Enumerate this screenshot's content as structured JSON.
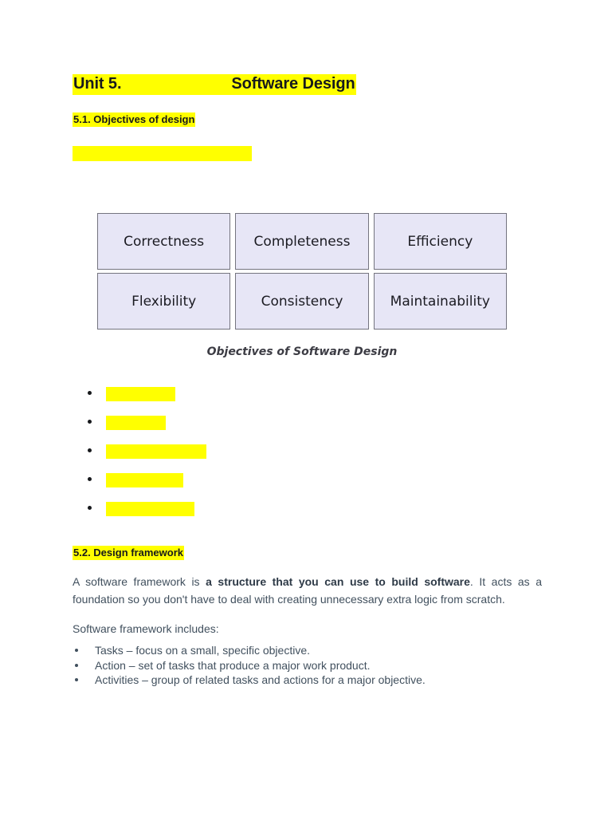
{
  "document": {
    "title_left": "Unit 5.",
    "title_right": "Software Design",
    "section_5_1_heading": "5.1. Objectives of design",
    "section_5_2_heading": "5.2. Design framework",
    "redacted_intro": "",
    "objectives_diagram": {
      "caption": "Objectives of Software Design",
      "boxes": [
        "Correctness",
        "Completeness",
        "Efficiency",
        "Flexibility",
        "Consistency",
        "Maintainability"
      ],
      "fill_color": "#e7e6f6",
      "border_color": "#74747f"
    },
    "redacted_bullets": [
      {
        "text": "",
        "width": 87
      },
      {
        "text": "",
        "width": 75
      },
      {
        "text": "",
        "width": 126
      },
      {
        "text": "",
        "width": 97
      },
      {
        "text": "",
        "width": 111
      }
    ],
    "framework_paragraph": {
      "lead": "A software framework is ",
      "emphasis": "a structure that you can use to build software",
      "tail": ". It acts as a foundation so you don't have to deal with creating unnecessary extra logic from scratch."
    },
    "framework_intro": "Software framework includes:",
    "framework_items": [
      "Tasks – focus on a small, specific objective.",
      "Action – set of tasks that produce a major work product.",
      "Activities – group of related tasks and actions for a major objective."
    ],
    "highlight_color": "#ffff00",
    "body_text_color": "#41505e"
  }
}
